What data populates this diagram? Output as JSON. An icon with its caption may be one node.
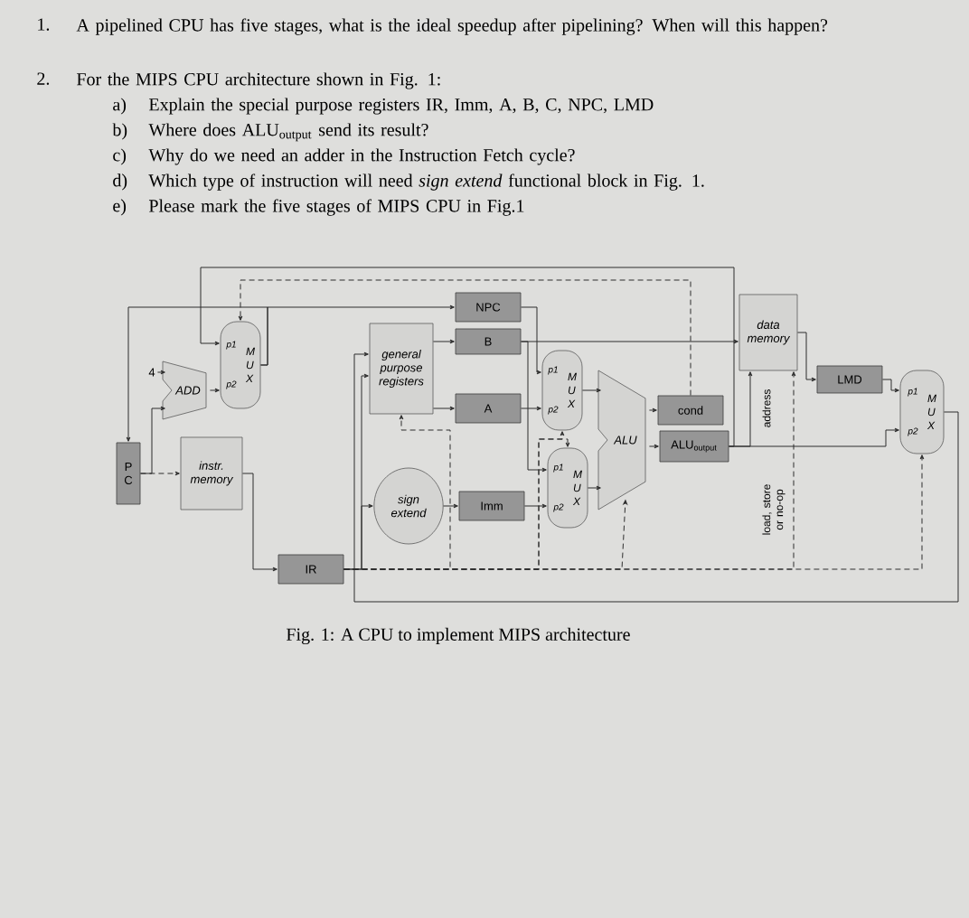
{
  "diagram": {
    "caption": "Fig. 1: A CPU to implement MIPS architecture",
    "nodes": [
      {
        "text": [
          "P C"
        ]
      },
      {
        "text": [
          "ADD"
        ]
      },
      {
        "text": [
          "p1",
          "p2",
          "M U X"
        ]
      },
      {
        "text": [
          "4"
        ]
      },
      {
        "text": [
          "instr. memory"
        ]
      },
      {
        "text": [
          "IR"
        ]
      },
      {
        "text": [
          "general purpose registers"
        ]
      },
      {
        "text": [
          "sign extend"
        ]
      },
      {
        "text": [
          "NPC"
        ]
      },
      {
        "text": [
          "B"
        ]
      },
      {
        "text": [
          "A"
        ]
      },
      {
        "text": [
          "Imm"
        ]
      },
      {
        "text": [
          "p1",
          "p2",
          "M U X"
        ]
      },
      {
        "text": [
          "p1",
          "p2",
          "M U X"
        ]
      },
      {
        "text": [
          "ALU"
        ]
      },
      {
        "text": [
          "cond"
        ]
      },
      {
        "text": [
          "ALU$_{output}$"
        ]
      },
      {
        "text": [
          "data memory"
        ]
      },
      {
        "text": [
          "LMD"
        ]
      },
      {
        "text": [
          "p1",
          "p2",
          "M U X"
        ]
      }
    ],
    "edges": [
      {
        "from": 0,
        "to": 4,
        "arrow": "to",
        "style": "dashed"
      },
      {
        "from": 0,
        "to": 1,
        "arrow": "to"
      },
      {
        "from": 3,
        "to": 1,
        "arrow": "to"
      },
      {
        "from": 1,
        "to": 2,
        "arrow": "to"
      },
      {
        "from": 16,
        "to": 2,
        "arrow": "to"
      },
      {
        "from": 15,
        "to": 2,
        "arrow": "to",
        "style": "dashed"
      },
      {
        "from": 2,
        "to": 8,
        "arrow": "to"
      },
      {
        "from": 2,
        "to": 0,
        "arrow": "to"
      },
      {
        "from": 4,
        "to": 5,
        "arrow": "to"
      },
      {
        "from": 5,
        "to": 6,
        "arrow": "to"
      },
      {
        "from": 5,
        "to": 7,
        "arrow": "to"
      },
      {
        "from": 6,
        "to": 9,
        "arrow": "to"
      },
      {
        "from": 6,
        "to": 10,
        "arrow": "to"
      },
      {
        "from": 7,
        "to": 11,
        "arrow": "to"
      },
      {
        "from": 8,
        "to": 12,
        "arrow": "to"
      },
      {
        "from": 10,
        "to": 12,
        "arrow": "to"
      },
      {
        "from": 9,
        "to": 13,
        "arrow": "to"
      },
      {
        "from": 9,
        "to": 17,
        "arrow": "to"
      },
      {
        "from": 11,
        "to": 13,
        "arrow": "to"
      },
      {
        "from": 12,
        "to": 14,
        "arrow": "to"
      },
      {
        "from": 13,
        "to": 14,
        "arrow": "to"
      },
      {
        "from": 14,
        "to": 15,
        "arrow": "to"
      },
      {
        "from": 14,
        "to": 16,
        "arrow": "to"
      },
      {
        "from": 16,
        "to": 17,
        "arrow": "to"
      },
      {
        "from": 16,
        "to": 19,
        "arrow": "to"
      },
      {
        "from": 17,
        "to": 18,
        "arrow": "to"
      },
      {
        "from": 18,
        "to": 19,
        "arrow": "to"
      },
      {
        "from": 19,
        "to": 6,
        "arrow": "to"
      },
      {
        "from": 5,
        "to": 6,
        "arrow": "to",
        "style": "dashed"
      },
      {
        "from": 5,
        "to": 12,
        "arrow": "to",
        "style": "dashed"
      },
      {
        "from": 5,
        "to": 13,
        "arrow": "to",
        "style": "dashed"
      },
      {
        "from": 5,
        "to": 14,
        "arrow": "to",
        "style": "dashed"
      },
      {
        "from": 5,
        "to": 17,
        "arrow": "to",
        "style": "dashed"
      },
      {
        "from": 5,
        "to": 19,
        "arrow": "to",
        "style": "dashed"
      }
    ],
    "labels": [
      "1.",
      "A pipelined CPU has five stages, what is the ideal speedup after pipelining? When will this happen?",
      "2.",
      "For the MIPS CPU architecture shown in Fig. 1:",
      "a)",
      "Explain the special purpose registers IR, Imm, A, B, C, NPC, LMD",
      "b)",
      "Where does ALU$_{output}$ send its result?",
      "c)",
      "Why do we need an adder in the Instruction Fetch cycle?",
      "d)",
      "Which type of instruction will need *sign extend* functional block in Fig. 1.",
      "e)",
      "Please mark the five stages of MIPS CPU in Fig.1",
      "address",
      "load, store or no-op"
    ]
  }
}
